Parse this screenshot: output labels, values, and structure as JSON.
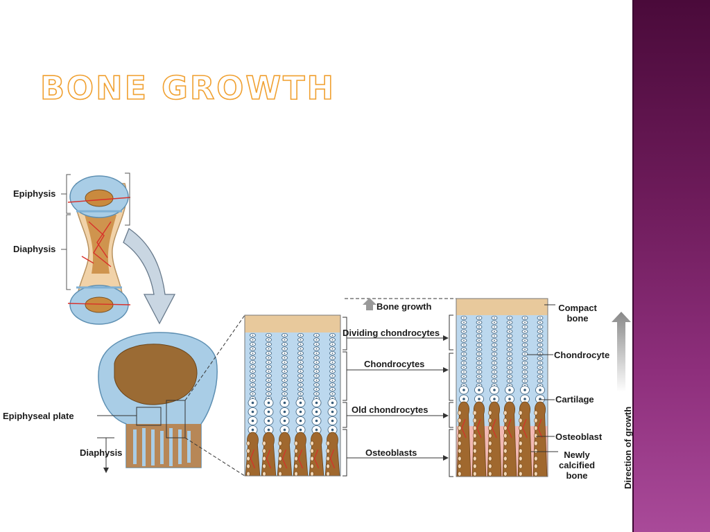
{
  "slide": {
    "title": "Bone growth",
    "accent_color": "#f0a030",
    "sidebar_color": "#8e2f7c"
  },
  "diagram": {
    "bone_labels": {
      "epiphysis": "Epiphysis",
      "diaphysis_top": "Diaphysis",
      "epiphyseal_plate": "Epiphyseal plate",
      "diaphysis_bottom": "Diaphysis"
    },
    "zone_labels": {
      "bone_growth": "Bone growth",
      "dividing_chondrocytes": "Dividing chondrocytes",
      "chondrocytes": "Chondrocytes",
      "old_chondrocytes": "Old chondrocytes",
      "osteoblasts": "Osteoblasts"
    },
    "right_labels": {
      "compact_bone": "Compact bone",
      "chondrocyte": "Chondrocyte",
      "cartilage": "Cartilage",
      "osteoblast": "Osteoblast",
      "newly_calcified_bone": "Newly calcified bone"
    },
    "direction_label": "Direction of growth"
  }
}
